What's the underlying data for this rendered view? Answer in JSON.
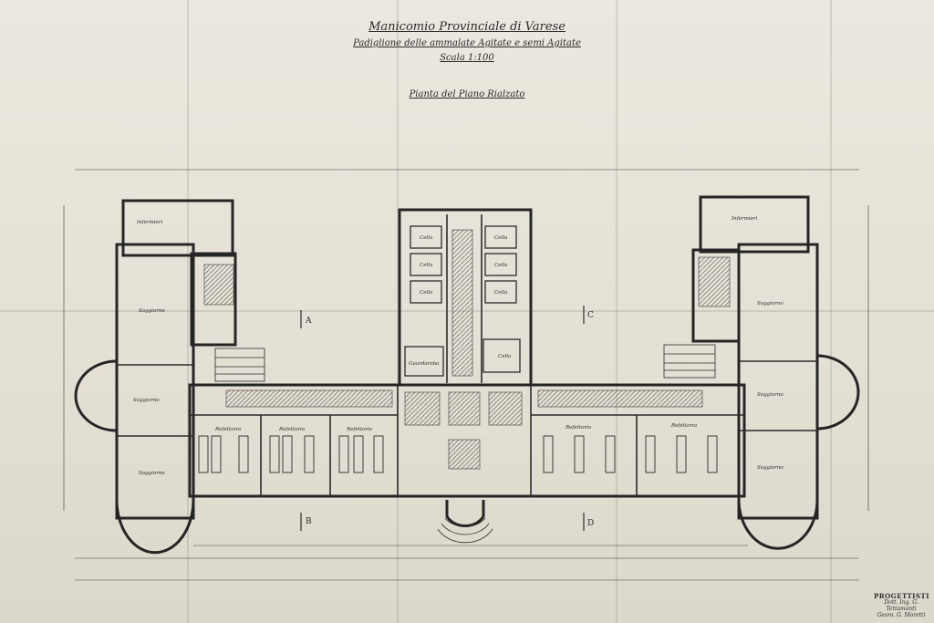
{
  "title": {
    "main": "Manicomio Provinciale di Varese",
    "subtitle": "Padiglione delle ammalate Agitate e semi Agitate",
    "scale": "Scala 1:100",
    "plan": "Pianta del Piano Rialzato"
  },
  "section_marks": [
    "A",
    "B",
    "C",
    "D"
  ],
  "rooms": {
    "infermeria": "Infermieri",
    "soggiorno": "Soggiorno",
    "refettorio": "Refettorio",
    "cella": "Cella",
    "guardaroba": "Guardaroba"
  },
  "stamp": {
    "heading": "PROGETTISTI",
    "line1": "Dott. Ing. G. Tettamanti",
    "line2": "Geom. G. Moretti"
  },
  "colors": {
    "paper": "#e6e2d7",
    "ink": "#2b2a2a",
    "hatch": "#6d6a66"
  }
}
